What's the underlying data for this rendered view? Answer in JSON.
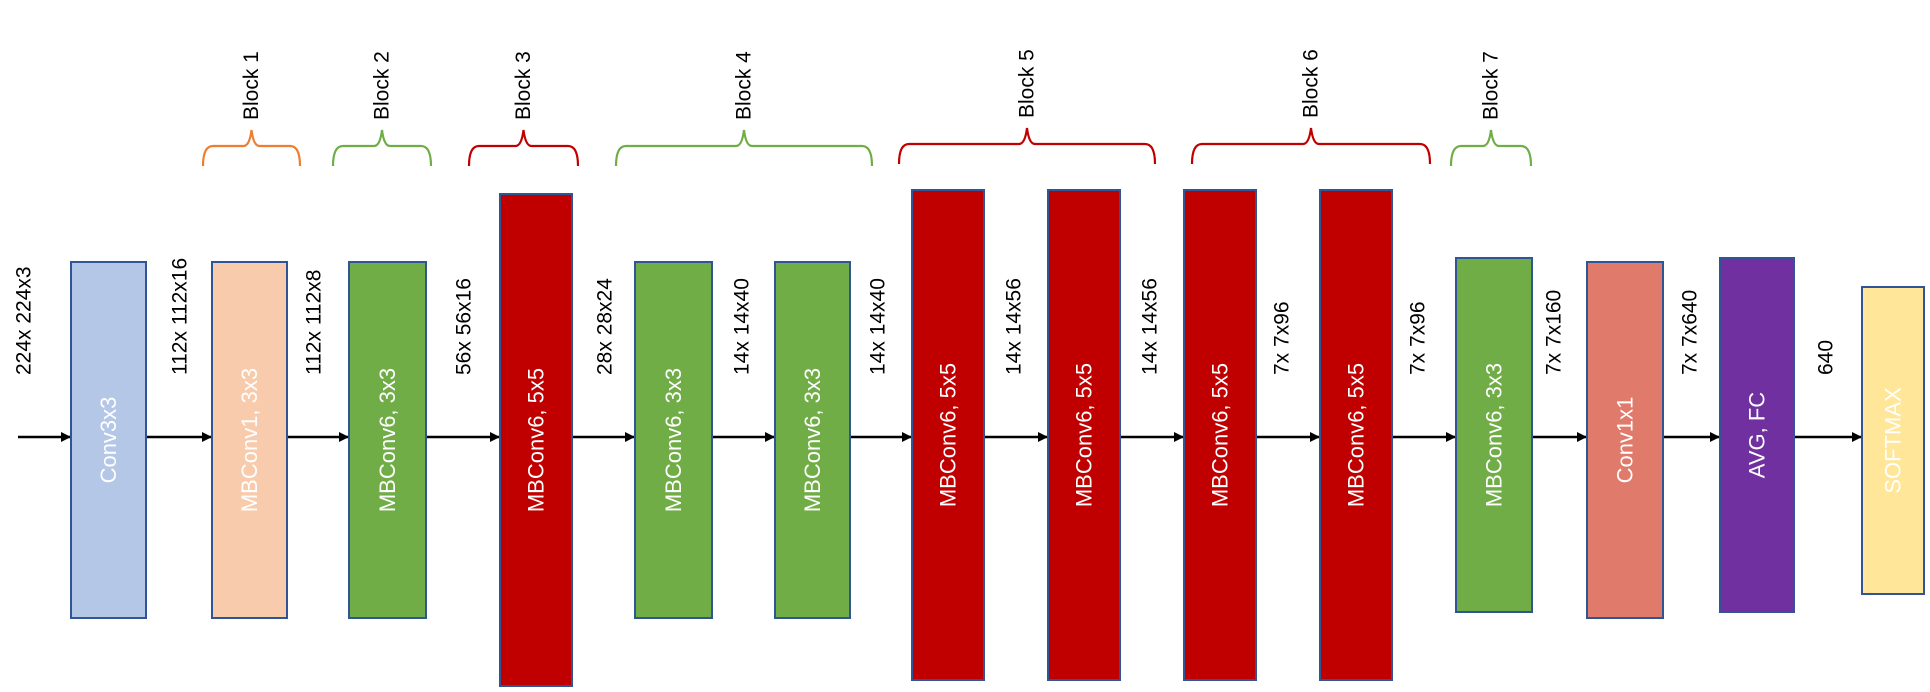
{
  "layers": [
    {
      "label": "Conv3x3",
      "fill": "#b4c7e7",
      "stroke": "#2f5597",
      "text_color": "#ffffff"
    },
    {
      "label": "MBConv1, 3x3",
      "fill": "#f8cbad",
      "stroke": "#2f5597",
      "text_color": "#ffffff"
    },
    {
      "label": "MBConv6, 3x3",
      "fill": "#70ad47",
      "stroke": "#2f5597",
      "text_color": "#ffffff"
    },
    {
      "label": "MBConv6, 5x5",
      "fill": "#c00000",
      "stroke": "#2f5597",
      "text_color": "#ffffff"
    },
    {
      "label": "MBConv6, 3x3",
      "fill": "#70ad47",
      "stroke": "#2f5597",
      "text_color": "#ffffff"
    },
    {
      "label": "MBConv6, 3x3",
      "fill": "#70ad47",
      "stroke": "#2f5597",
      "text_color": "#ffffff"
    },
    {
      "label": "MBConv6, 5x5",
      "fill": "#c00000",
      "stroke": "#2f5597",
      "text_color": "#ffffff"
    },
    {
      "label": "MBConv6, 5x5",
      "fill": "#c00000",
      "stroke": "#2f5597",
      "text_color": "#ffffff"
    },
    {
      "label": "MBConv6, 5x5",
      "fill": "#c00000",
      "stroke": "#2f5597",
      "text_color": "#ffffff"
    },
    {
      "label": "MBConv6, 5x5",
      "fill": "#c00000",
      "stroke": "#2f5597",
      "text_color": "#ffffff"
    },
    {
      "label": "MBConv6, 3x3",
      "fill": "#70ad47",
      "stroke": "#2f5597",
      "text_color": "#ffffff"
    },
    {
      "label": "Conv1x1",
      "fill": "#e07b6b",
      "stroke": "#2f5597",
      "text_color": "#ffffff"
    },
    {
      "label": "AVG, FC",
      "fill": "#7030a0",
      "stroke": "#2f5597",
      "text_color": "#ffffff"
    },
    {
      "label": "SOFTMAX",
      "fill": "#ffe699",
      "stroke": "#2f5597",
      "text_color": "#ffffff"
    }
  ],
  "dims": [
    "224x 224x3",
    "112x 112x16",
    "112x 112x8",
    "56x 56x16",
    "28x 28x24",
    "14x 14x40",
    "14x 14x40",
    "14x 14x56",
    "14x 14x56",
    "7x 7x96",
    "7x 7x96",
    "7x 7x160",
    "7x 7x640",
    "640"
  ],
  "blocks": [
    {
      "label": "Block 1",
      "color": "#ed7d31"
    },
    {
      "label": "Block 2",
      "color": "#70ad47"
    },
    {
      "label": "Block 3",
      "color": "#c00000"
    },
    {
      "label": "Block 4",
      "color": "#70ad47"
    },
    {
      "label": "Block 5",
      "color": "#c00000"
    },
    {
      "label": "Block 6",
      "color": "#c00000"
    },
    {
      "label": "Block 7",
      "color": "#70ad47"
    }
  ]
}
